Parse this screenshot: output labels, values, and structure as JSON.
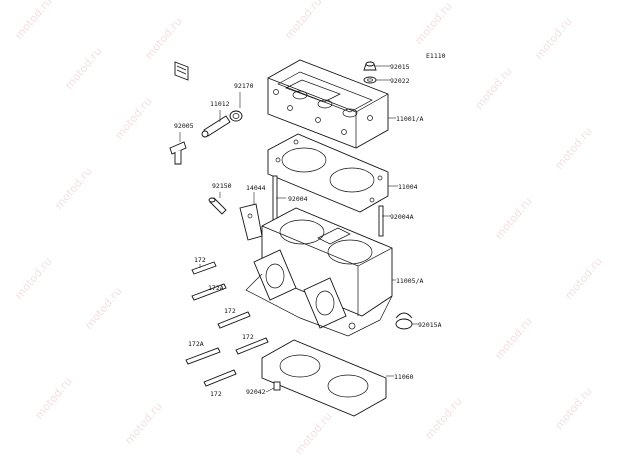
{
  "diagram": {
    "code": "E1110",
    "watermark": "motod.ru",
    "parts": {
      "p92015": "92015",
      "p92022": "92022",
      "p11001A": "11001/A",
      "p92170": "92170",
      "p11012": "11012",
      "p92005": "92005",
      "p11004": "11004",
      "p92150": "92150",
      "p14044": "14044",
      "p92004": "92004",
      "p92004A": "92004A",
      "p11005A": "11005/A",
      "p172a": "172",
      "p172Aa": "172A",
      "p172b": "172",
      "p172c": "172",
      "p172Ab": "172A",
      "p172d": "172",
      "p92015A": "92015A",
      "p92042": "92042",
      "p11060": "11060"
    }
  }
}
